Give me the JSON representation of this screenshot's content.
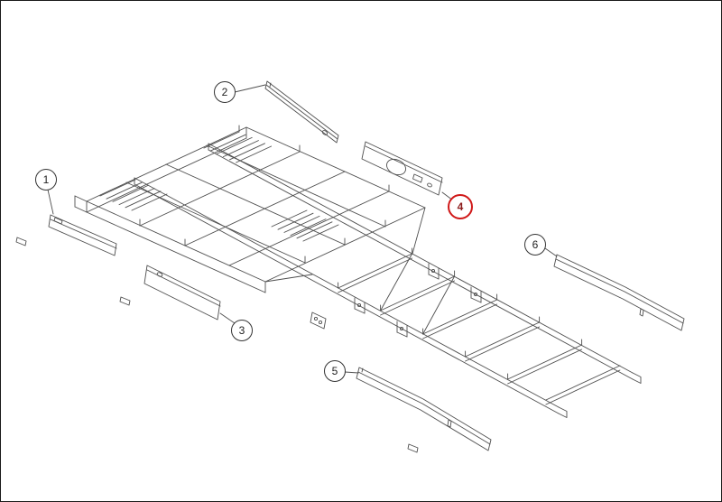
{
  "figure": {
    "type": "exploded-parts-diagram",
    "subject": "chassis frame with side panels",
    "background": "#ffffff",
    "line_color": "#4f4f4f",
    "highlight_color": "#d01818"
  },
  "callouts": [
    {
      "label": "1",
      "highlighted": false
    },
    {
      "label": "2",
      "highlighted": false
    },
    {
      "label": "3",
      "highlighted": false
    },
    {
      "label": "4",
      "highlighted": true
    },
    {
      "label": "5",
      "highlighted": false
    },
    {
      "label": "6",
      "highlighted": false
    }
  ]
}
